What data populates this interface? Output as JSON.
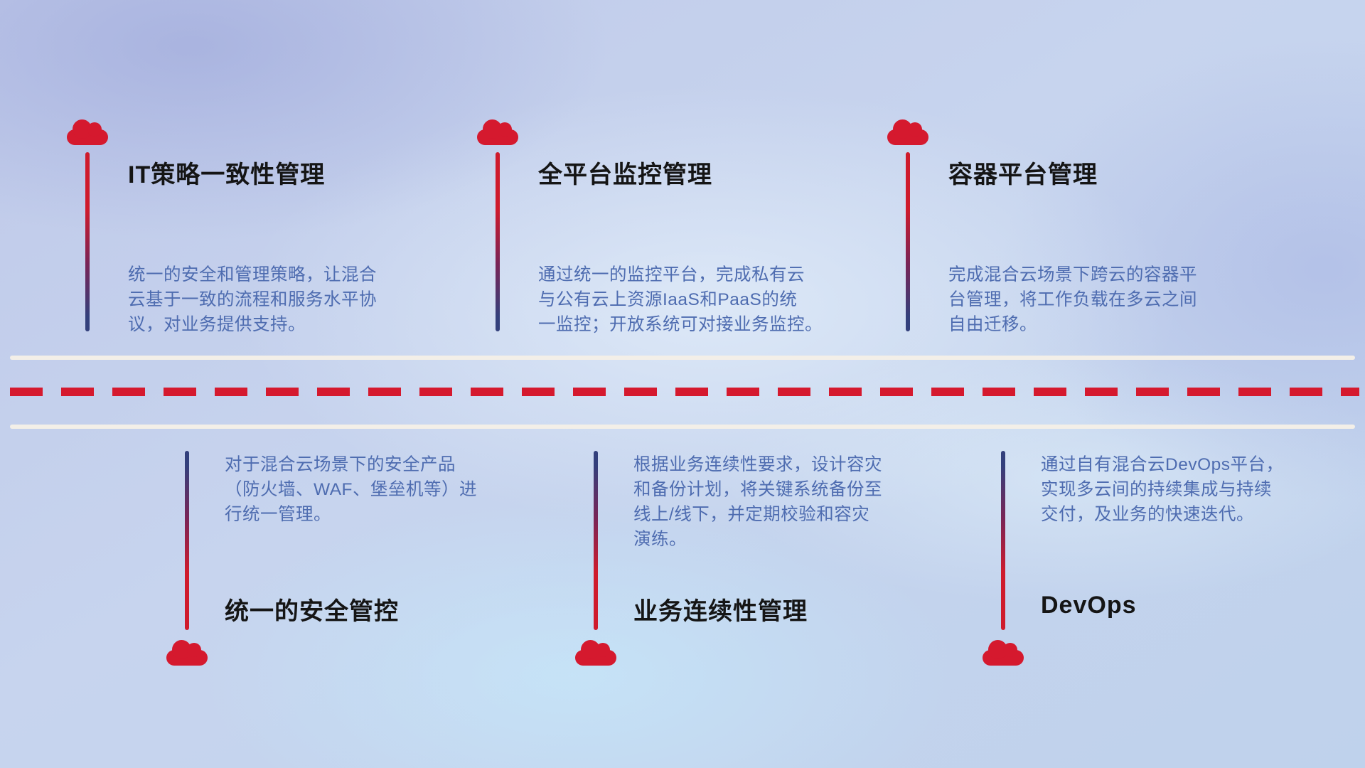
{
  "diagram": {
    "type": "horizontal-road-timeline",
    "colors": {
      "accent_red": "#d5192e",
      "connector_navy": "#33407c",
      "title_text": "#151515",
      "description_text": "#4e6cb0",
      "road_white": "#f3efe8",
      "background_tint": "#c5d2ec"
    },
    "icons": {
      "marker": "cloud-icon"
    }
  },
  "top_items": [
    {
      "title": "IT策略一致性管理",
      "description": "统一的安全和管理策略，让混合\n云基于一致的流程和服务水平协\n议，对业务提供支持。"
    },
    {
      "title": "全平台监控管理",
      "description": "通过统一的监控平台，完成私有云\n与公有云上资源IaaS和PaaS的统\n一监控；开放系统可对接业务监控。"
    },
    {
      "title": "容器平台管理",
      "description": "完成混合云场景下跨云的容器平\n台管理，将工作负载在多云之间\n自由迁移。"
    }
  ],
  "bottom_items": [
    {
      "title": "统一的安全管控",
      "description": "对于混合云场景下的安全产品\n（防火墙、WAF、堡垒机等）进\n行统一管理。"
    },
    {
      "title": "业务连续性管理",
      "description": "根据业务连续性要求，设计容灾\n和备份计划，将关键系统备份至\n线上/线下，并定期校验和容灾\n演练。"
    },
    {
      "title": "DevOps",
      "description": "通过自有混合云DevOps平台，\n实现多云间的持续集成与持续\n交付，及业务的快速迭代。"
    }
  ]
}
